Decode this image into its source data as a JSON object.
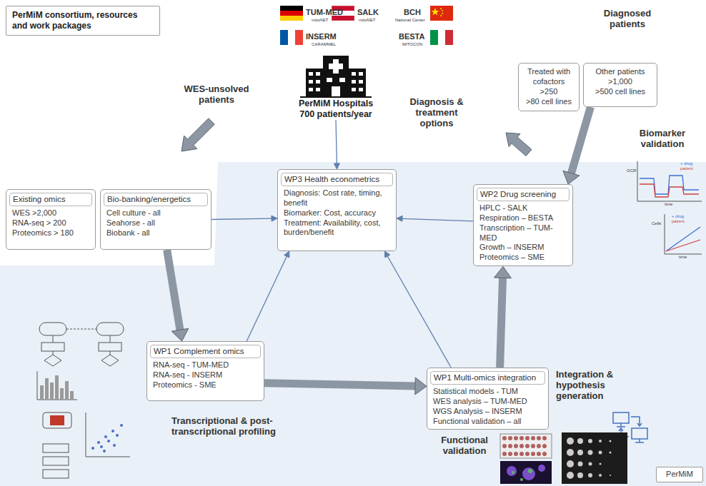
{
  "diagram": {
    "nodes": [
      {
        "text": [
          "PerMiM consortium, resources and work packages"
        ]
      },
      {
        "text": [
          "PerMiM Hospitals 700 patients/year"
        ]
      },
      {
        "text": [
          "Treated with cofactors",
          ">250",
          ">80 cell lines"
        ]
      },
      {
        "text": [
          "Other patients",
          ">1,000",
          ">500 cell lines"
        ]
      },
      {
        "text": [
          "Existing omics",
          "WES >2,000",
          "RNA-seq > 200",
          "Proteomics > 180"
        ]
      },
      {
        "text": [
          "Bio-banking/energetics",
          "Cell culture - all",
          "Seahorse - all",
          "Biobank - all"
        ]
      },
      {
        "text": [
          "WP3 Health econometrics",
          "Diagnosis: Cost rate, timing, benefit",
          "Biomarker: Cost, accuracy",
          "Treatment: Availability, cost, burden/benefit"
        ]
      },
      {
        "text": [
          "WP2 Drug screening",
          "HPLC - SALK",
          "Respiration – BESTA",
          "Transcription – TUM-MED",
          "Growth – INSERM",
          "Proteomics – SME"
        ]
      },
      {
        "text": [
          "WP1 Complement omics",
          "RNA-seq - TUM-MED",
          "RNA-seq - INSERM",
          "Proteomics - SME"
        ]
      },
      {
        "text": [
          "WP1 Multi-omics integration",
          "Statistical models - TUM",
          "WES analysis – TUM-MED",
          "WGS Analysis – INSERM",
          "Functional validation – all"
        ]
      },
      {
        "text": [
          "PerMiM"
        ]
      }
    ],
    "edges": [
      {
        "from": 1,
        "to": 6,
        "arrow": "to"
      },
      {
        "from": 5,
        "to": 6,
        "arrow": "to"
      },
      {
        "from": 7,
        "to": 6,
        "arrow": "to"
      },
      {
        "from": 8,
        "to": 6,
        "arrow": "to"
      },
      {
        "from": 9,
        "to": 6,
        "arrow": "to"
      },
      {
        "from": 3,
        "to": 7,
        "arrow": "to"
      },
      {
        "from": 5,
        "to": 8,
        "arrow": "to"
      },
      {
        "from": 8,
        "to": 9,
        "arrow": "to"
      },
      {
        "from": 9,
        "to": 7,
        "arrow": "to"
      }
    ],
    "labels": [
      "TUM-MED",
      "mitoNET",
      "SALK",
      "mitoNET",
      "BCH",
      "National Center",
      "INSERM",
      "CARAMMEL",
      "BESTA",
      "MITOCON",
      "Diagnosed patients",
      "WES-unsolved patients",
      "Diagnosis & treatment options",
      "Biomarker validation",
      "OCR",
      "time",
      "+ drug",
      "patient",
      "Cells",
      "time",
      "+ drug",
      "patient",
      "Transcriptional & post-transcriptional profiling",
      "Integration & hypothesis generation",
      "Functional validation"
    ]
  }
}
